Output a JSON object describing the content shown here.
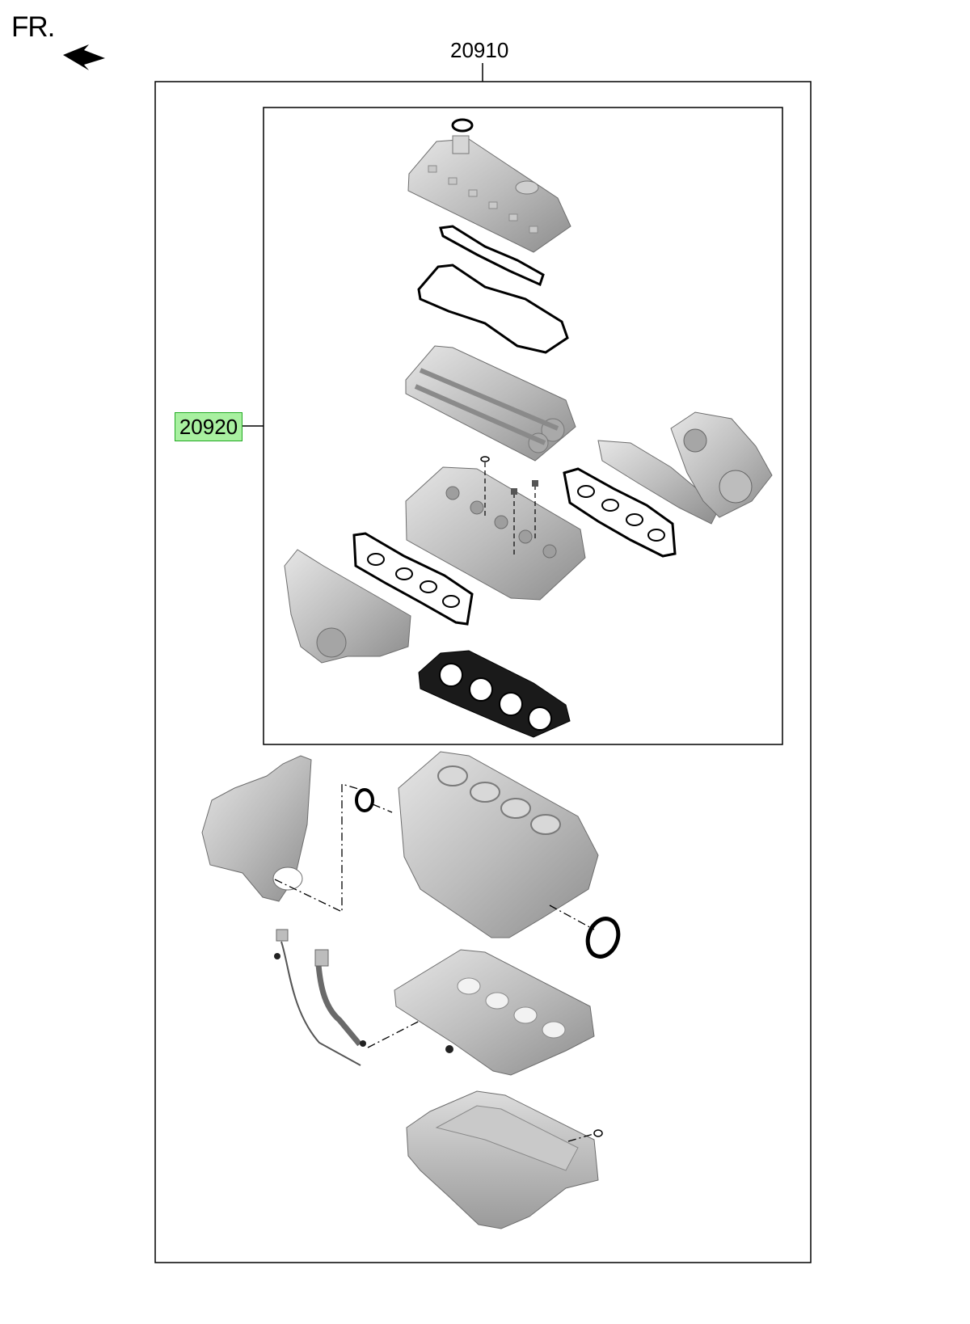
{
  "header": {
    "direction_label": "FR."
  },
  "callouts": {
    "assembly_part_number": "20910",
    "subassembly_part_number": "20920"
  },
  "highlight_color": "#a8f0a0"
}
